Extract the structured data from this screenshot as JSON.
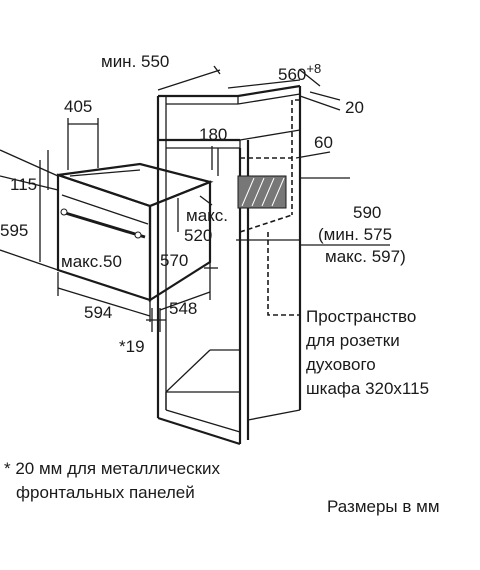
{
  "dimensions": {
    "min_550": "мин. 550",
    "d560": "560",
    "d560_sup": "+8",
    "d20": "20",
    "d405": "405",
    "d180": "180",
    "d60": "60",
    "d115": "115",
    "d595": "595",
    "d590": "590",
    "min_575": "(мин. 575",
    "max_597": "макс. 597)",
    "maks": "макс.",
    "d520": "520",
    "max50": "макс.50",
    "d570": "570",
    "d594": "594",
    "d548": "548",
    "star19": "*19"
  },
  "notes": {
    "socket_line1": "Пространство",
    "socket_line2": "для розетки",
    "socket_line3": "духового",
    "socket_line4": "шкафа 320x115",
    "footnote_line1": "* 20 мм для металлических",
    "footnote_line2": "фронтальных панелей",
    "units": "Размеры в мм"
  }
}
